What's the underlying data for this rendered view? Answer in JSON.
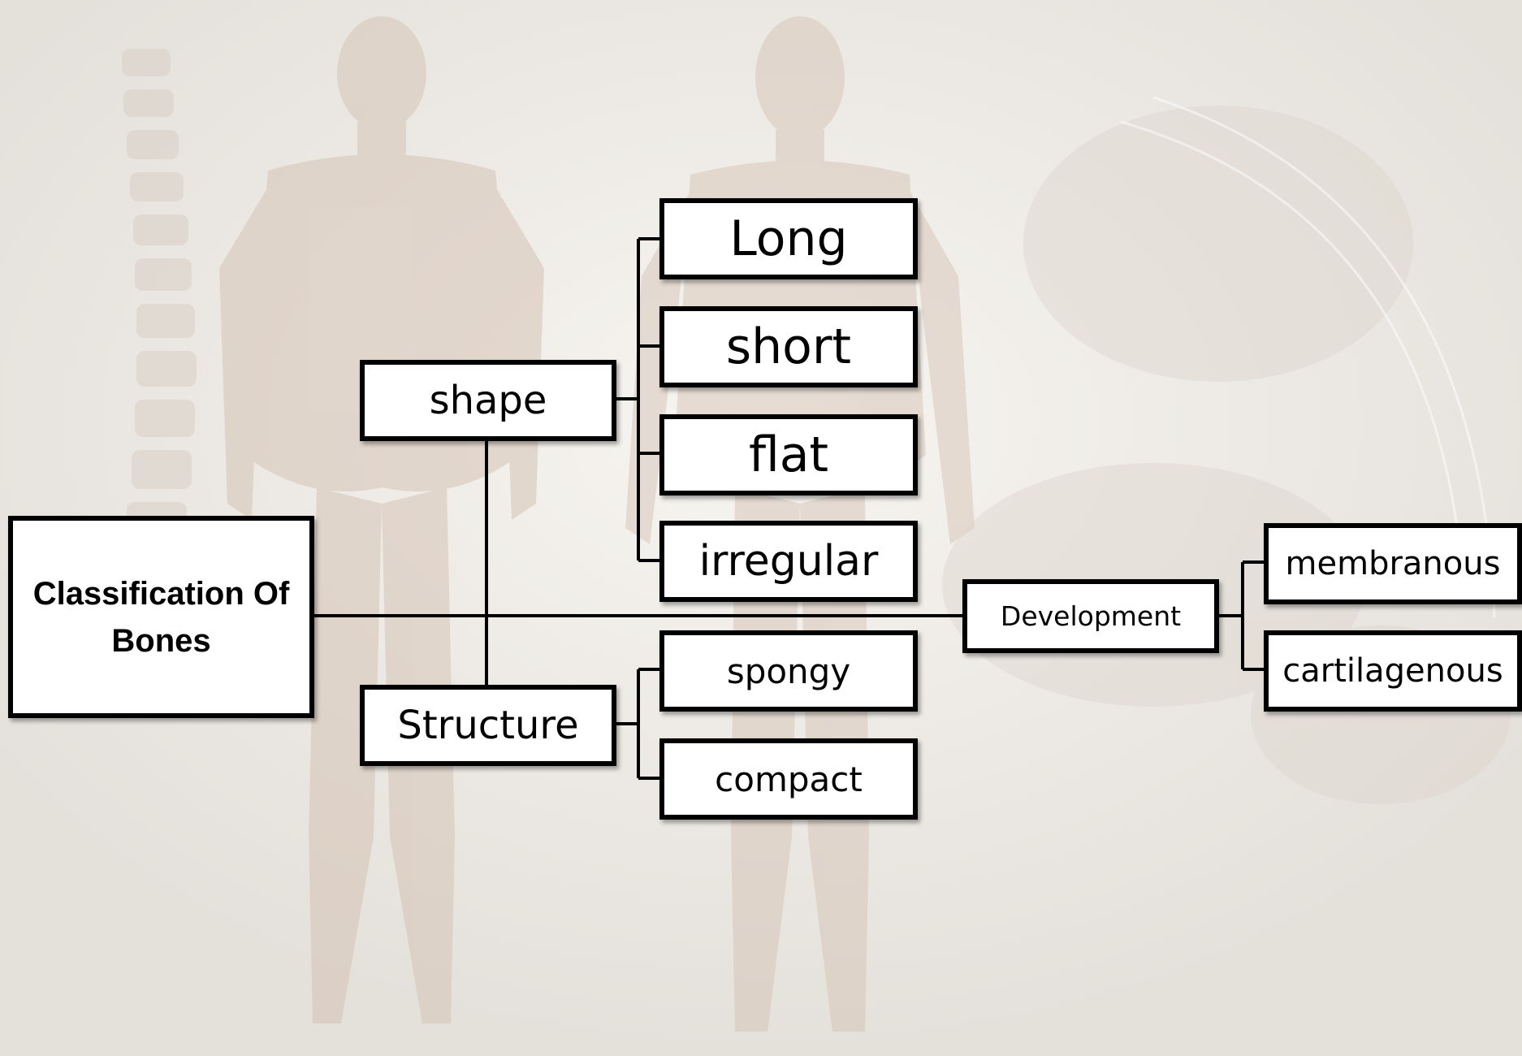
{
  "diagram": {
    "root": "Classification Of Bones",
    "branches": {
      "shape": {
        "label": "shape",
        "children": [
          "Long",
          "short",
          "flat",
          "irregular"
        ]
      },
      "structure": {
        "label": "Structure",
        "children": [
          "spongy",
          "compact"
        ]
      },
      "development": {
        "label": "Development",
        "children": [
          "membranous",
          "cartilagenous"
        ]
      }
    }
  },
  "colors": {
    "box_fill": "#ffffff",
    "box_border": "#000000",
    "connector": "#000000",
    "background": "#ece9e4",
    "figure_tint": "#d8c9bd"
  },
  "background_image": "faded anatomical muscle figures"
}
